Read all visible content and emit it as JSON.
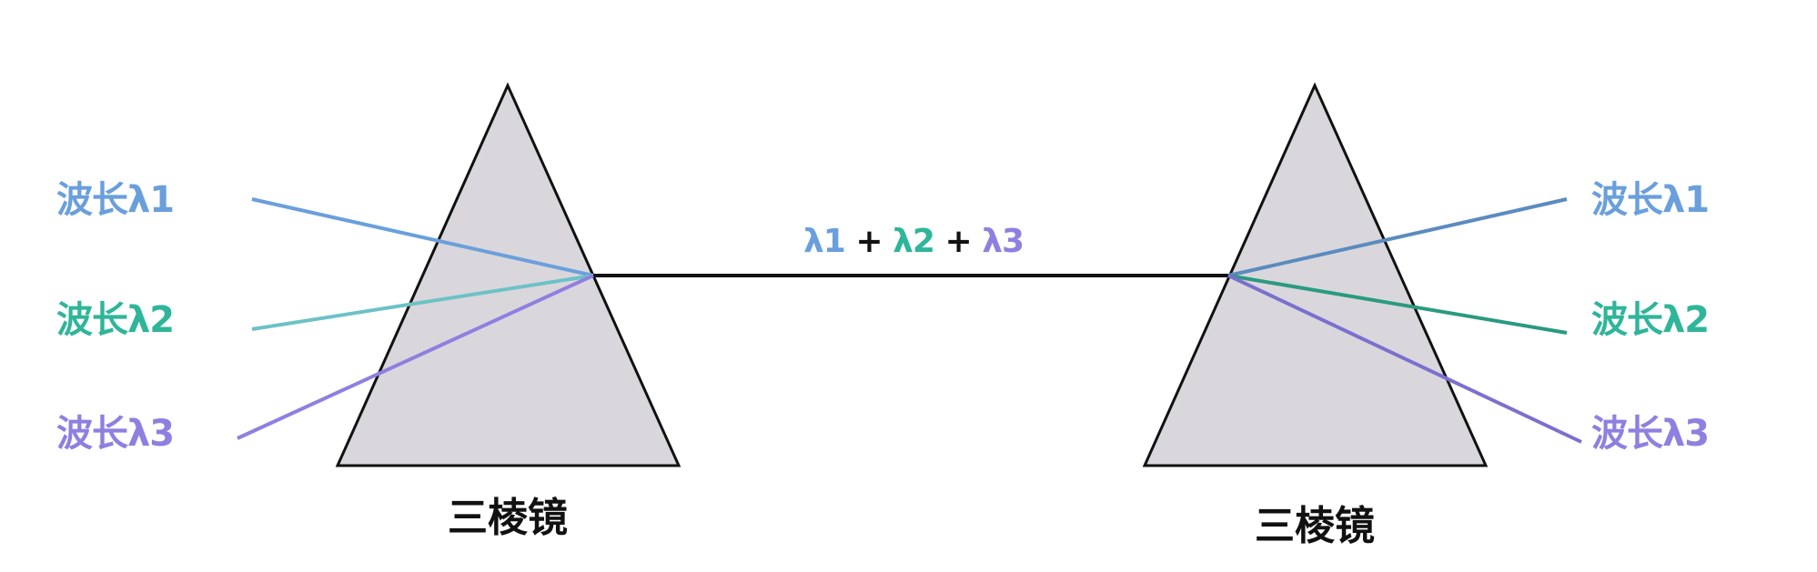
{
  "colors": {
    "lambda1": "#6a9fdc",
    "lambda2": "#2fb59a",
    "lambda3": "#8f7fe0",
    "prism_fill": "#d9d7dc",
    "prism_stroke": "#111111",
    "connector": "#111111"
  },
  "left_labels": [
    "波长λ1",
    "波长λ2",
    "波长λ3"
  ],
  "right_labels": [
    "波长λ1",
    "波长λ2",
    "波长λ3"
  ],
  "prism_label_left": "三棱镜",
  "prism_label_right": "三棱镜",
  "combined": {
    "l1": "λ1",
    "plus1": "+",
    "l2": "λ2",
    "plus2": "+",
    "l3": "λ3"
  }
}
